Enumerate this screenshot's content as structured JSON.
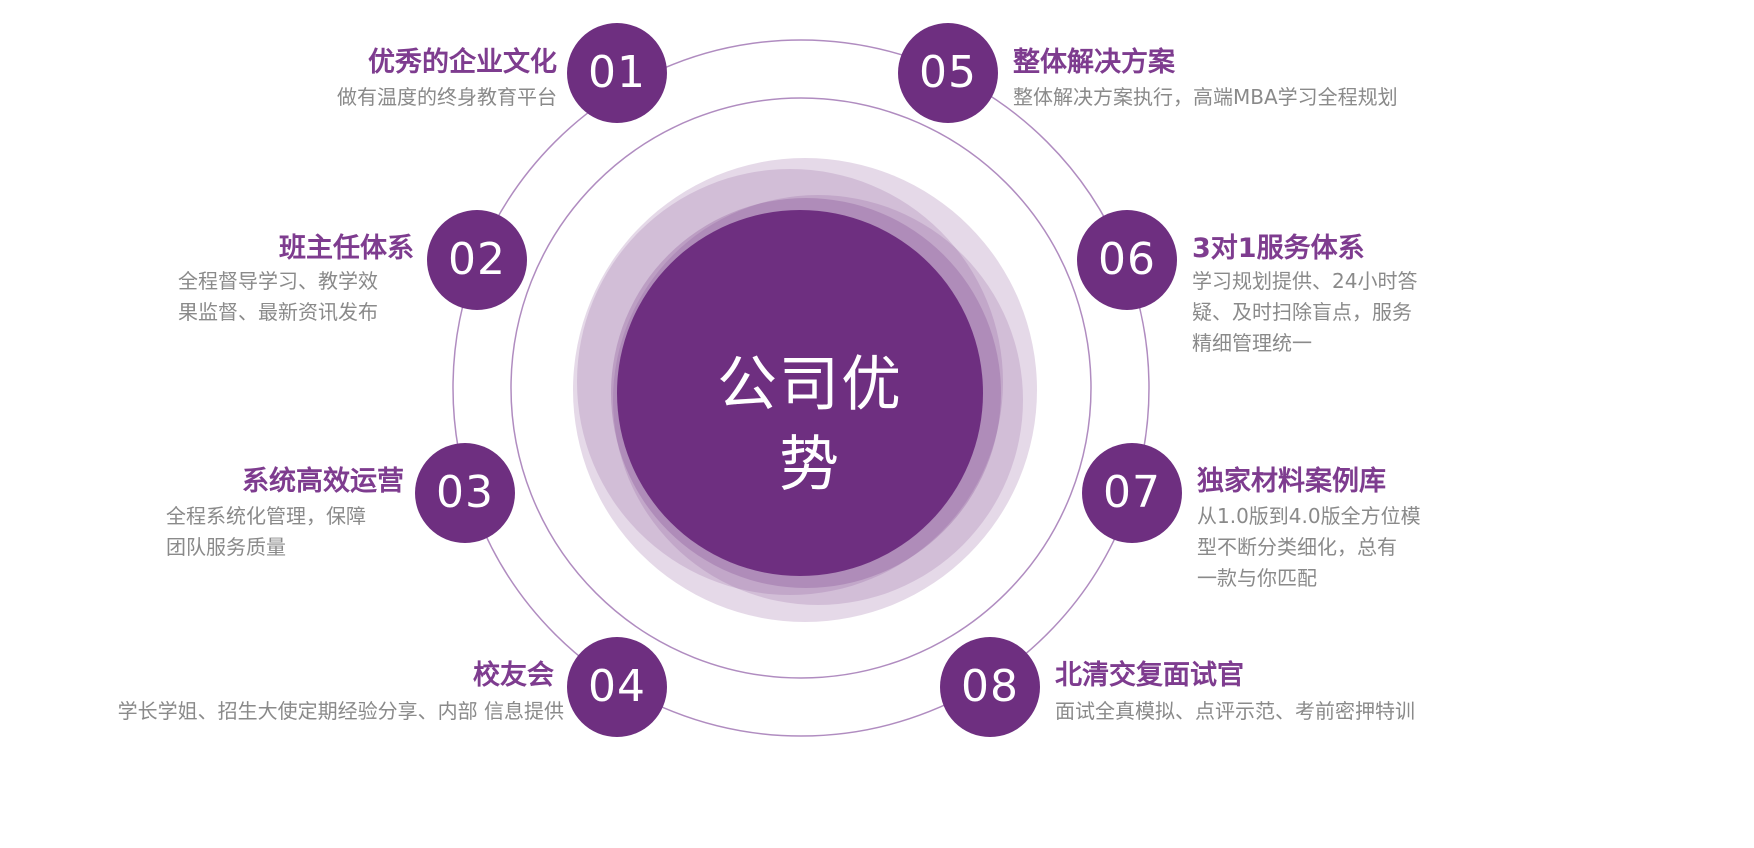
{
  "colors": {
    "primary": "#6e2f80",
    "title": "#7e3c8f",
    "description": "#8a8a8a",
    "ring": "#b08cc0"
  },
  "center": {
    "title": "公司优势"
  },
  "items": [
    {
      "num": "01",
      "title": "优秀的企业文化",
      "desc": "做有温度的终身教育平台"
    },
    {
      "num": "02",
      "title": "班主任体系",
      "desc": "全程督导学习、教学效\n果监督、最新资讯发布"
    },
    {
      "num": "03",
      "title": "系统高效运营",
      "desc": "全程系统化管理，保障\n团队服务质量"
    },
    {
      "num": "04",
      "title": "校友会",
      "desc": "学长学姐、招生大使定期经验分享、内部 信息提供"
    },
    {
      "num": "05",
      "title": "整体解决方案",
      "desc": "整体解决方案执行，高端MBA学习全程规划"
    },
    {
      "num": "06",
      "title": "3对1服务体系",
      "desc": "学习规划提供、24小时答\n疑、及时扫除盲点，服务\n精细管理统一"
    },
    {
      "num": "07",
      "title": "独家材料案例库",
      "desc": "从1.0版到4.0版全方位模\n型不断分类细化，总有\n一款与你匹配"
    },
    {
      "num": "08",
      "title": "北清交复面试官",
      "desc": "面试全真模拟、点评示范、考前密押特训"
    }
  ]
}
